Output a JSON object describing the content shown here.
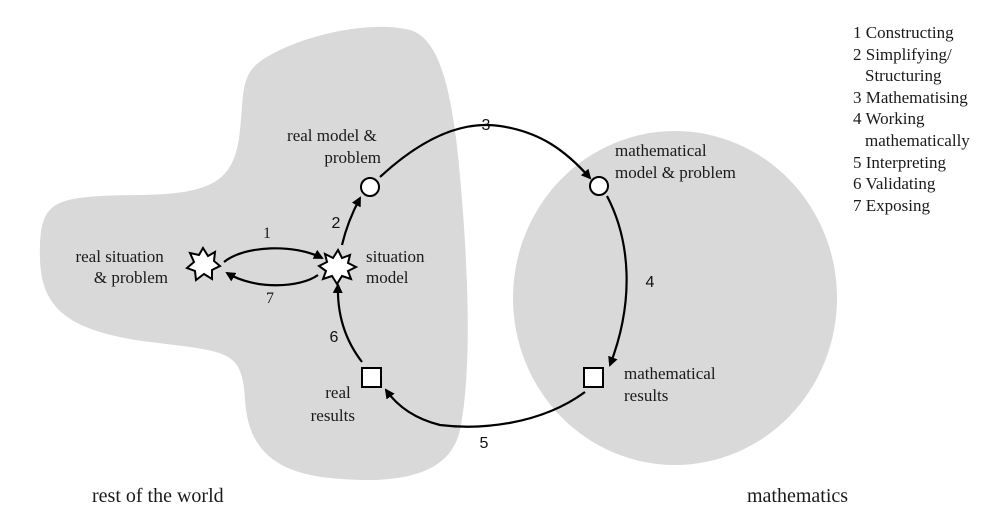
{
  "regions": {
    "world": "rest of the world",
    "math": "mathematics"
  },
  "colors": {
    "region_fill": "#d9d9d9",
    "stroke": "#000000",
    "node_fill": "#ffffff"
  },
  "nodes": {
    "real_situation": [
      "real situation",
      "& problem"
    ],
    "situation_model": [
      "situation",
      "model"
    ],
    "real_model": [
      "real model &",
      "problem"
    ],
    "math_model": [
      "mathematical",
      "model & problem"
    ],
    "math_results": [
      "mathematical",
      "results"
    ],
    "real_results": [
      "real",
      "results"
    ]
  },
  "edges": {
    "e1": "1",
    "e2": "2",
    "e3": "3",
    "e4": "4",
    "e5": "5",
    "e6": "6",
    "e7": "7"
  },
  "legend": [
    {
      "line1": "1 Constructing"
    },
    {
      "line1": "2 Simplifying/",
      "line2": "Structuring"
    },
    {
      "line1": "3 Mathematising"
    },
    {
      "line1": "4 Working",
      "line2": "mathematically"
    },
    {
      "line1": "5 Interpreting"
    },
    {
      "line1": "6 Validating"
    },
    {
      "line1": "7 Exposing"
    }
  ]
}
